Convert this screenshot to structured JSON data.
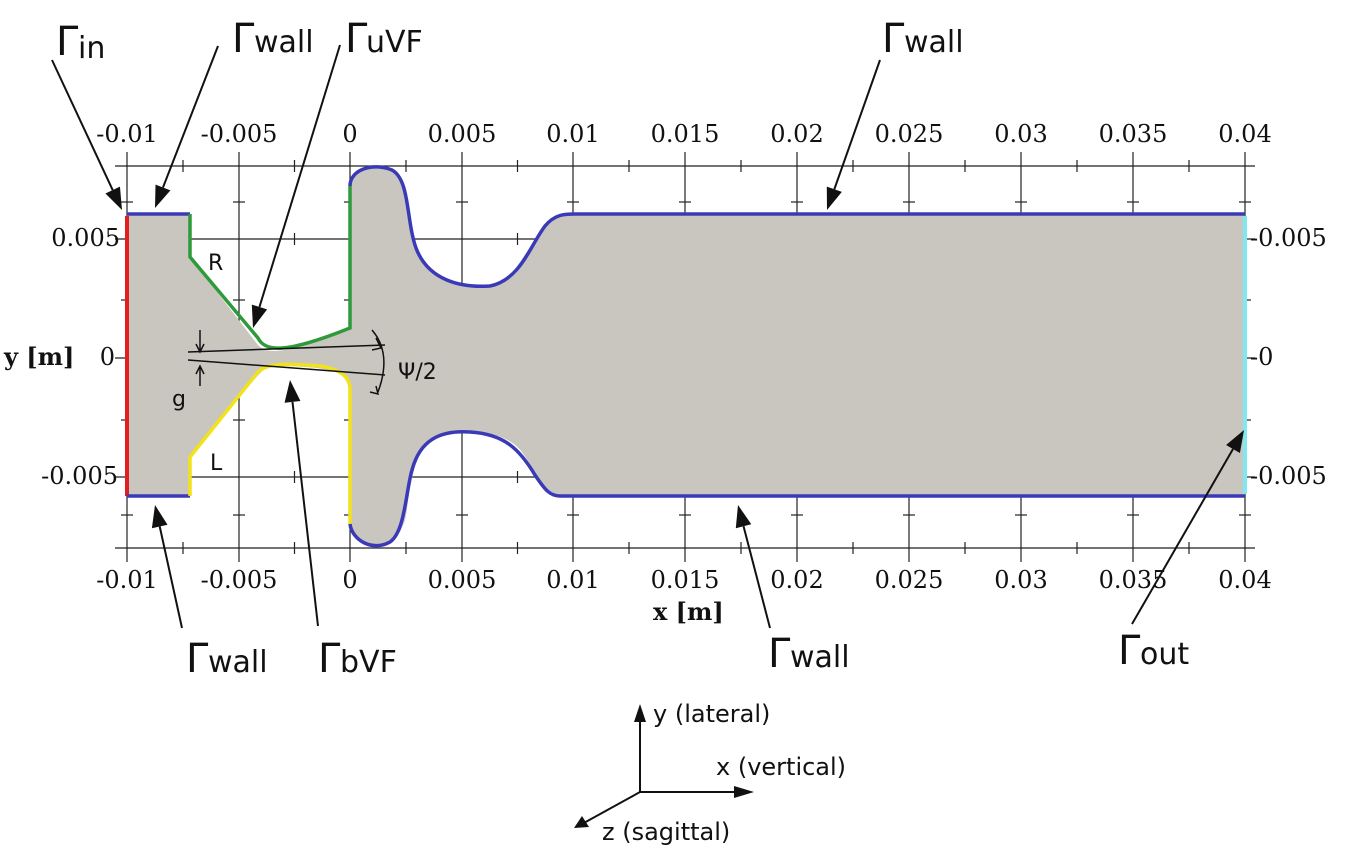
{
  "axes": {
    "x_ticks": [
      "-0.01",
      "-0.005",
      "0",
      "0.005",
      "0.01",
      "0.015",
      "0.02",
      "0.025",
      "0.03",
      "0.035",
      "0.04"
    ],
    "y_ticks_left": [
      "0.005",
      "0",
      "-0.005"
    ],
    "y_ticks_right": [
      "-0.005",
      "-0",
      "-0.005"
    ],
    "x_label": "x [m]",
    "y_label": "y [m]"
  },
  "boundaries": {
    "in": {
      "symbol": "Γ",
      "sub": "in"
    },
    "wall_top_left": {
      "symbol": "Γ",
      "sub": "wall"
    },
    "uvf": {
      "symbol": "Γ",
      "sub": "uVF"
    },
    "wall_top_right": {
      "symbol": "Γ",
      "sub": "wall"
    },
    "wall_bottom_left": {
      "symbol": "Γ",
      "sub": "wall"
    },
    "bvf": {
      "symbol": "Γ",
      "sub": "bVF"
    },
    "wall_bottom_right": {
      "symbol": "Γ",
      "sub": "wall"
    },
    "out": {
      "symbol": "Γ",
      "sub": "out"
    }
  },
  "labels": {
    "r": "R",
    "l": "L",
    "g": "g",
    "psi": "Ψ/2"
  },
  "coordinate_system": {
    "y": "y (lateral)",
    "x": "x (vertical)",
    "z": "z (sagittal)"
  },
  "colors": {
    "inlet": "#e02020",
    "wall": "#3a3ab8",
    "upper_fold": "#2e9a3a",
    "lower_fold": "#f2e21a",
    "outlet": "#7fe8f0",
    "domain_fill": "#c9c6c0",
    "grid": "#222222"
  }
}
